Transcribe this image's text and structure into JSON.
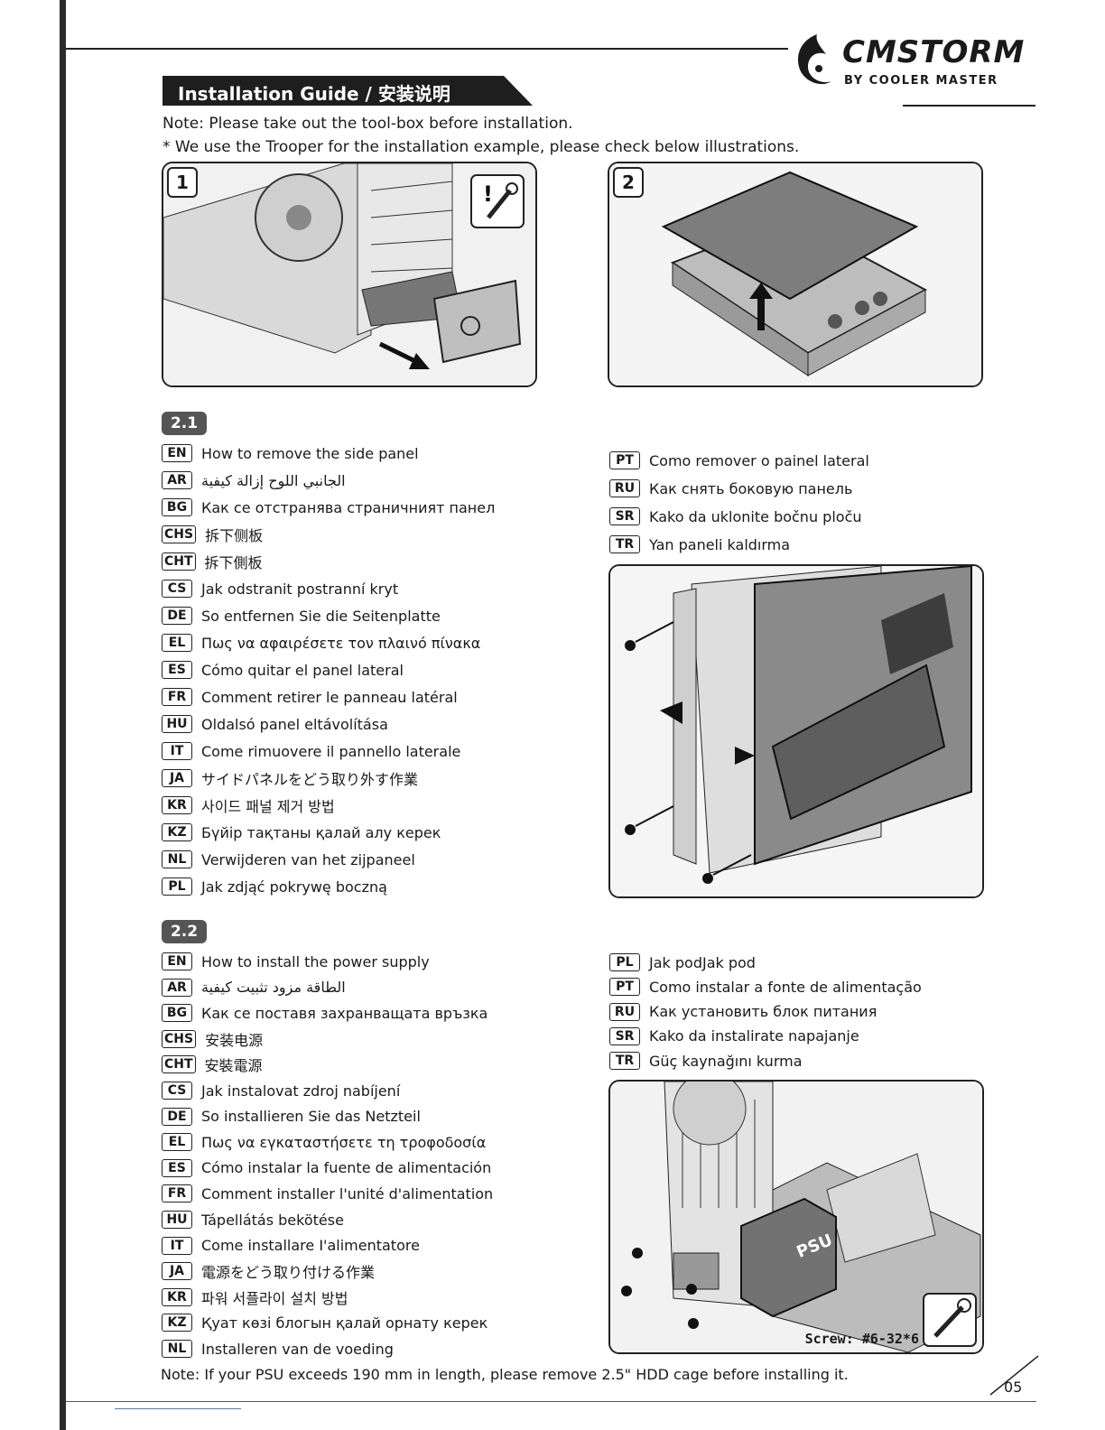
{
  "header": {
    "brand": "CMSTORM",
    "brand_sub": "BY COOLER MASTER",
    "title": "Installation Guide / 安装说明",
    "note1": "Note: Please take out the tool-box before installation.",
    "note2": "* We use the Trooper for the installation example, please check below illustrations."
  },
  "figures": {
    "step1": "1",
    "step2": "2",
    "screw_label": "Screw: #6-32*6"
  },
  "section_2_1": {
    "badge": "2.1",
    "left": [
      {
        "code": "EN",
        "text": "How to remove the side panel"
      },
      {
        "code": "AR",
        "text": "الجانبي اللوح إزالة كيفية"
      },
      {
        "code": "BG",
        "text": "Как се отстранява страничният панел"
      },
      {
        "code": "CHS",
        "text": "拆下侧板"
      },
      {
        "code": "CHT",
        "text": "拆下側板"
      },
      {
        "code": "CS",
        "text": "Jak odstranit postranní kryt"
      },
      {
        "code": "DE",
        "text": "So entfernen Sie die Seitenplatte"
      },
      {
        "code": "EL",
        "text": "Πως να αφαιρέσετε τον πλαινό πίνακα"
      },
      {
        "code": "ES",
        "text": "Cómo quitar el panel lateral"
      },
      {
        "code": "FR",
        "text": "Comment retirer le panneau latéral"
      },
      {
        "code": "HU",
        "text": "Oldalsó panel eltávolítása"
      },
      {
        "code": "IT",
        "text": "Come rimuovere il pannello laterale"
      },
      {
        "code": "JA",
        "text": "サイドパネルをどう取り外す作業"
      },
      {
        "code": "KR",
        "text": "사이드 패널 제거 방법"
      },
      {
        "code": "KZ",
        "text": "Бүйір тақтаны қалай алу керек"
      },
      {
        "code": "NL",
        "text": "Verwijderen van het zijpaneel"
      },
      {
        "code": "PL",
        "text": "Jak zdjąć pokrywę boczną"
      }
    ],
    "right": [
      {
        "code": "PT",
        "text": "Como remover o painel lateral"
      },
      {
        "code": "RU",
        "text": "Как снять боковую панель"
      },
      {
        "code": "SR",
        "text": "Kako da uklonite bočnu ploču"
      },
      {
        "code": "TR",
        "text": "Yan paneli kaldırma"
      }
    ]
  },
  "section_2_2": {
    "badge": "2.2",
    "left": [
      {
        "code": "EN",
        "text": "How to install the power supply"
      },
      {
        "code": "AR",
        "text": "الطاقة مزود تثبيت كيفية"
      },
      {
        "code": "BG",
        "text": "Как се поставя захранващата връзка"
      },
      {
        "code": "CHS",
        "text": "安装电源"
      },
      {
        "code": "CHT",
        "text": "安裝電源"
      },
      {
        "code": "CS",
        "text": "Jak instalovat zdroj nabíjení"
      },
      {
        "code": "DE",
        "text": "So installieren Sie das Netzteil"
      },
      {
        "code": "EL",
        "text": "Πως να εγκαταστήσετε τη τροφοδοσία"
      },
      {
        "code": "ES",
        "text": "Cómo instalar la fuente de alimentación"
      },
      {
        "code": "FR",
        "text": "Comment installer l'unité d'alimentation"
      },
      {
        "code": "HU",
        "text": "Tápellátás bekötése"
      },
      {
        "code": "IT",
        "text": "Come installare I'alimentatore"
      },
      {
        "code": "JA",
        "text": "電源をどう取り付ける作業"
      },
      {
        "code": "KR",
        "text": "파워 서플라이 설치 방법"
      },
      {
        "code": "KZ",
        "text": "Қуат көзі блогын қалай орнату керек"
      },
      {
        "code": "NL",
        "text": "Installeren van de voeding"
      }
    ],
    "right": [
      {
        "code": "PL",
        "text": "Jak podJak pod"
      },
      {
        "code": "PT",
        "text": "Como instalar a fonte de alimentação"
      },
      {
        "code": "RU",
        "text": "Как установить блок питания"
      },
      {
        "code": "SR",
        "text": "Kako da instalirate napajanje"
      },
      {
        "code": "TR",
        "text": "Güç kaynağını kurma"
      }
    ]
  },
  "footer": {
    "note": "Note: If your PSU exceeds 190 mm in length, please remove 2.5\" HDD cage before installing it.",
    "page": "05"
  },
  "psu_label": "PSU"
}
